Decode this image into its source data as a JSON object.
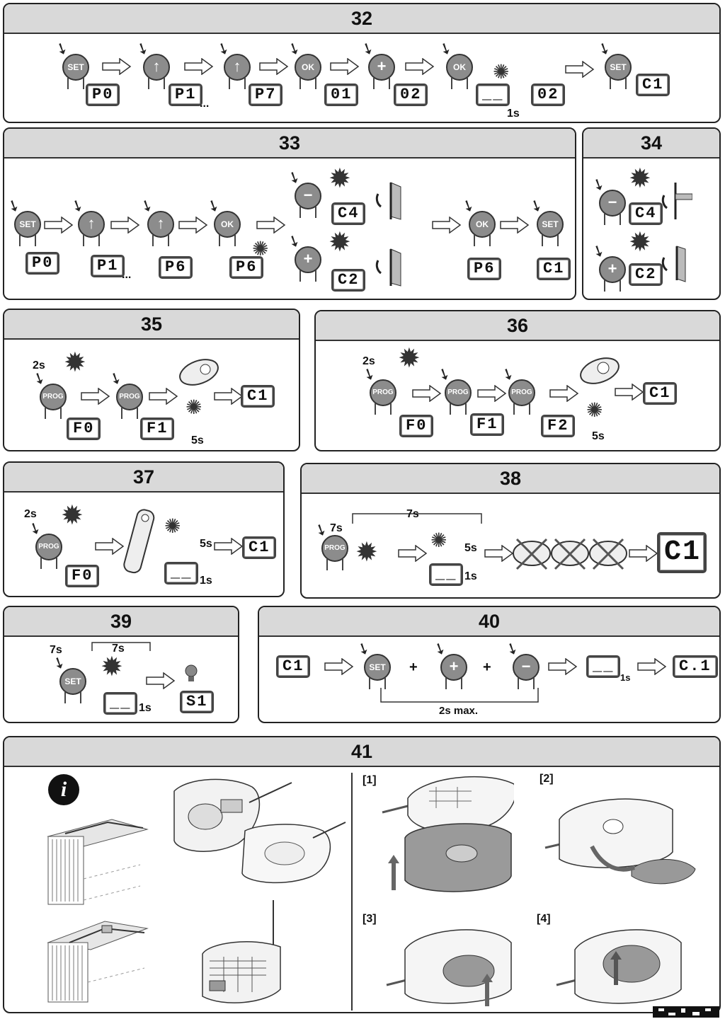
{
  "p32": {
    "title": "32",
    "lcd": [
      "P0",
      "P1",
      "P7",
      "01",
      "02",
      "__",
      "02",
      "C1"
    ],
    "buttons": [
      "SET",
      "↑",
      "↑",
      "OK",
      "+",
      "OK",
      "SET"
    ],
    "dots": "...",
    "time": "1s"
  },
  "p33": {
    "title": "33",
    "lcd": [
      "P0",
      "P1",
      "P6",
      "P6",
      "C4",
      "C2",
      "P6",
      "C1"
    ],
    "buttons": [
      "SET",
      "↑",
      "↑",
      "OK",
      "−",
      "+",
      "OK",
      "SET"
    ],
    "dots": "..."
  },
  "p34": {
    "title": "34",
    "lcd": [
      "C4",
      "C2"
    ],
    "buttons": [
      "−",
      "+"
    ]
  },
  "p35": {
    "title": "35",
    "lcd": [
      "F0",
      "F1",
      "C1"
    ],
    "buttons": [
      "PROG",
      "PROG"
    ],
    "t1": "2s",
    "t2": "5s"
  },
  "p36": {
    "title": "36",
    "lcd": [
      "F0",
      "F1",
      "F2",
      "C1"
    ],
    "buttons": [
      "PROG",
      "PROG",
      "PROG"
    ],
    "t1": "2s",
    "t2": "5s"
  },
  "p37": {
    "title": "37",
    "lcd": [
      "F0",
      "__",
      "C1"
    ],
    "buttons": [
      "PROG"
    ],
    "t1": "2s",
    "t2": "5s",
    "t3": "1s"
  },
  "p38": {
    "title": "38",
    "lcd": [
      "__",
      "C1"
    ],
    "buttons": [
      "PROG"
    ],
    "t1": "7s",
    "t2": "7s",
    "t3": "5s",
    "t4": "1s"
  },
  "p39": {
    "title": "39",
    "lcd": [
      "__",
      "S1"
    ],
    "buttons": [
      "SET"
    ],
    "t1": "7s",
    "t2": "7s",
    "t3": "1s"
  },
  "p40": {
    "title": "40",
    "lcd": [
      "C1",
      "__",
      "C.1"
    ],
    "buttons": [
      "SET",
      "+",
      "−"
    ],
    "plus": "+",
    "t1": "1s",
    "note": "2s max."
  },
  "p41": {
    "title": "41",
    "info": "i",
    "steps": [
      "[1]",
      "[2]",
      "[3]",
      "[4]"
    ]
  }
}
